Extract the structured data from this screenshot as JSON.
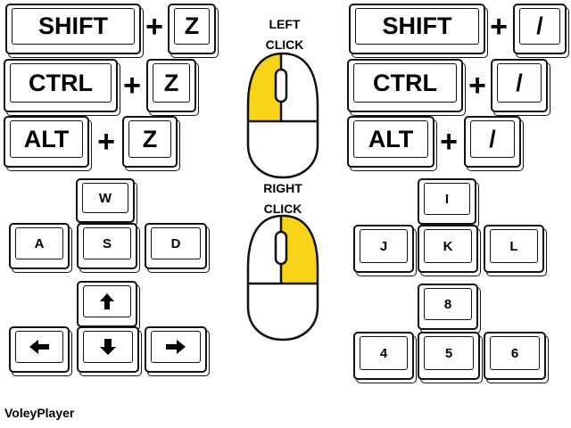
{
  "left_combos": {
    "shift": "SHIFT",
    "ctrl": "CTRL",
    "alt": "ALT",
    "key": "Z",
    "plus": "+"
  },
  "right_combos": {
    "shift": "SHIFT",
    "ctrl": "CTRL",
    "alt": "ALT",
    "key": "/",
    "plus": "+"
  },
  "mouse": {
    "left_click": {
      "line1": "LEFT",
      "line2": "CLICK",
      "highlight": "left-button"
    },
    "right_click": {
      "line1": "RIGHT",
      "line2": "CLICK",
      "highlight": "right-button"
    },
    "highlight_color": "#f7d417"
  },
  "wasd": {
    "w": "W",
    "a": "A",
    "s": "S",
    "d": "D"
  },
  "arrows": [
    "up-arrow-icon",
    "left-arrow-icon",
    "down-arrow-icon",
    "right-arrow-icon"
  ],
  "ijkl": {
    "i": "I",
    "j": "J",
    "k": "K",
    "l": "L"
  },
  "numpad": {
    "n8": "8",
    "n4": "4",
    "n5": "5",
    "n6": "6"
  },
  "author": "VoleyPlayer"
}
